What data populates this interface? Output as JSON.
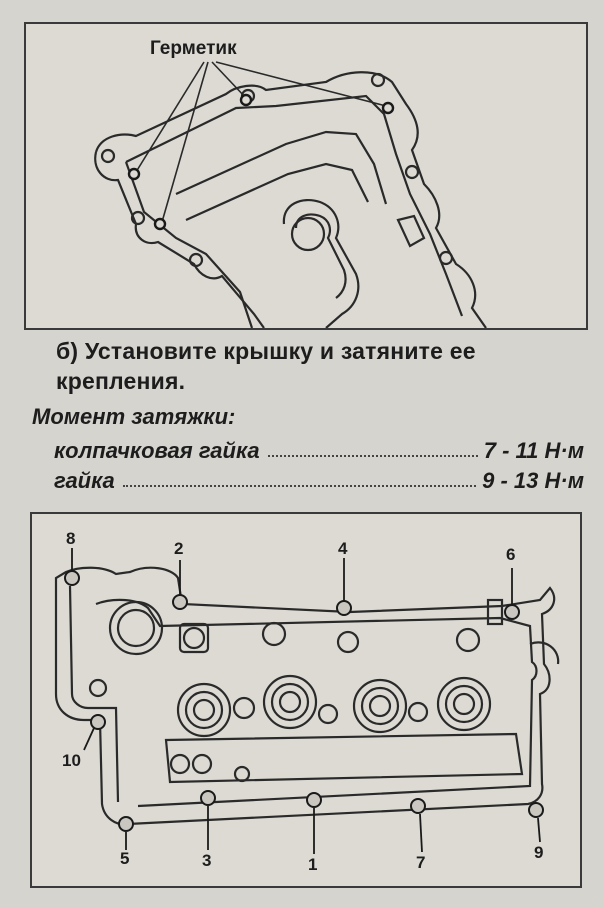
{
  "top_figure": {
    "sealant_label": "Герметик"
  },
  "instruction": {
    "step_text": "б) Установите крышку и затяните ее крепления."
  },
  "torque": {
    "title": "Момент затяжки:",
    "rows": [
      {
        "label": "колпачковая гайка",
        "value": "7 - 11 Н·м"
      },
      {
        "label": "гайка",
        "value": "9 - 13 Н·м"
      }
    ]
  },
  "bottom_figure": {
    "bolt_numbers": [
      "1",
      "2",
      "3",
      "4",
      "5",
      "6",
      "7",
      "8",
      "9",
      "10"
    ]
  }
}
